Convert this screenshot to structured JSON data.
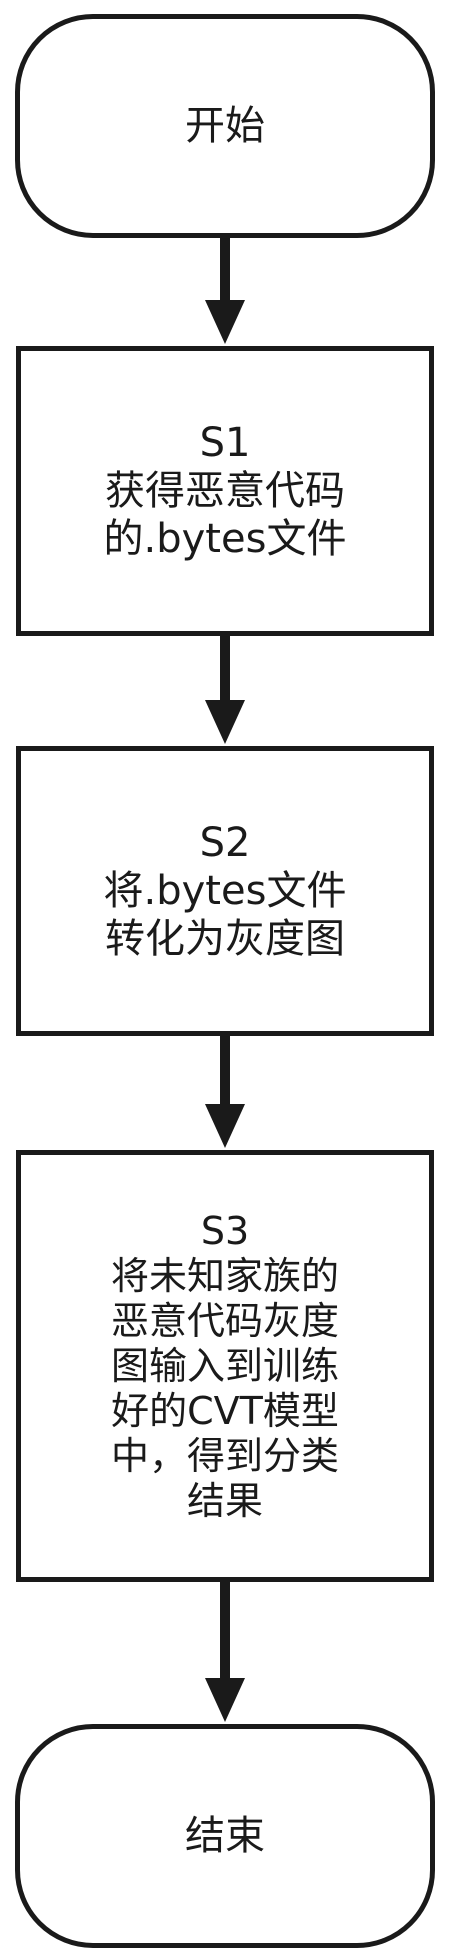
{
  "flowchart": {
    "start": {
      "label": "开始"
    },
    "steps": [
      {
        "id": "S1",
        "lines": [
          "S1",
          "获得恶意代码",
          "的.bytes文件"
        ]
      },
      {
        "id": "S2",
        "lines": [
          "S2",
          "将.bytes文件",
          "转化为灰度图"
        ]
      },
      {
        "id": "S3",
        "lines": [
          "S3",
          "将未知家族的",
          "恶意代码灰度",
          "图输入到训练",
          "好的CVT模型",
          "中，得到分类",
          "结果"
        ]
      }
    ],
    "end": {
      "label": "结束"
    }
  },
  "colors": {
    "stroke": "#1a1a1a",
    "background": "#ffffff"
  }
}
